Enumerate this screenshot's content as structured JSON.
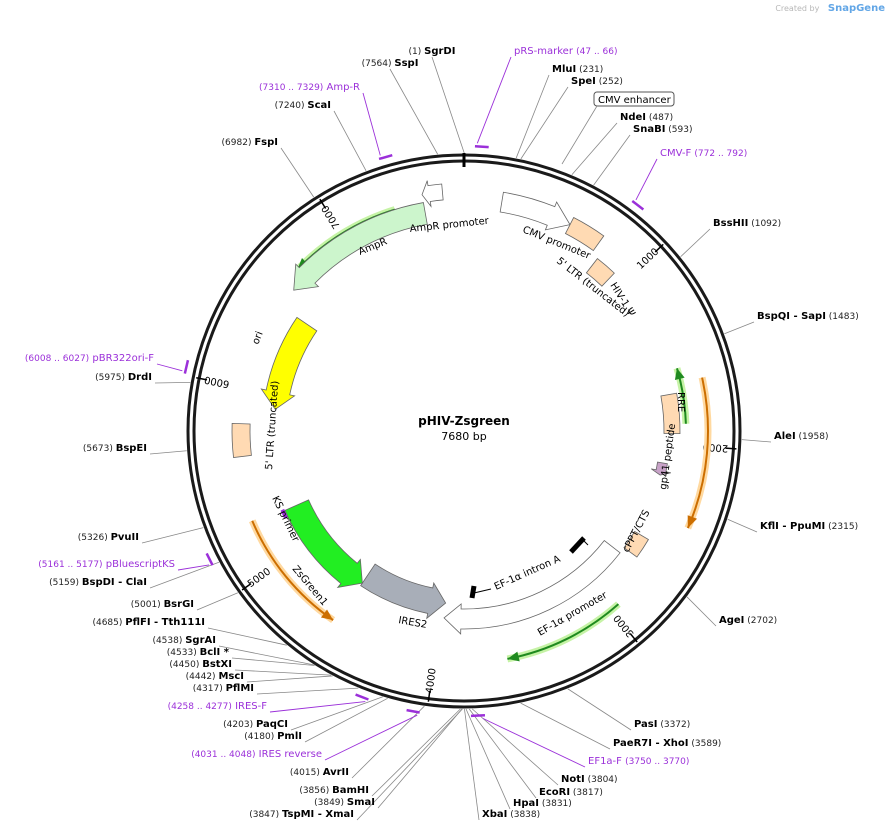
{
  "credit": {
    "created_by": "Created by",
    "brand": "SnapGene"
  },
  "plasmid": {
    "name": "pHIV-Zsgreen",
    "length_label": "7680 bp",
    "length": 7680
  },
  "ticks": [
    {
      "pos": 1000,
      "label": "1000"
    },
    {
      "pos": 2000,
      "label": "2000"
    },
    {
      "pos": 3000,
      "label": "3000"
    },
    {
      "pos": 4000,
      "label": "4000"
    },
    {
      "pos": 5000,
      "label": "5000"
    },
    {
      "pos": 6000,
      "label": "6000"
    },
    {
      "pos": 7000,
      "label": "7000"
    }
  ],
  "sites": [
    {
      "name": "SgrDI",
      "num": "(1)",
      "pos": 1
    },
    {
      "name": "SspI",
      "num": "(7564)",
      "pos": 7564
    },
    {
      "name": "MluI",
      "num": "(231)",
      "pos": 231
    },
    {
      "name": "SpeI",
      "num": "(252)",
      "pos": 252
    },
    {
      "name": "NdeI",
      "num": "(487)",
      "pos": 487
    },
    {
      "name": "SnaBI",
      "num": "(593)",
      "pos": 593
    },
    {
      "name": "BssHII",
      "num": "(1092)",
      "pos": 1092
    },
    {
      "name": "BspQI",
      "extra": "SapI",
      "num": "(1483)",
      "pos": 1483
    },
    {
      "name": "AleI",
      "num": "(1958)",
      "pos": 1958
    },
    {
      "name": "KflI",
      "extra": "PpuMI",
      "num": "(2315)",
      "pos": 2315
    },
    {
      "name": "AgeI",
      "num": "(2702)",
      "pos": 2702
    },
    {
      "name": "PasI",
      "num": "(3372)",
      "pos": 3372
    },
    {
      "name": "PaeR7I",
      "extra": "XhoI",
      "num": "(3589)",
      "pos": 3589
    },
    {
      "name": "NotI",
      "num": "(3804)",
      "pos": 3804
    },
    {
      "name": "EcoRI",
      "num": "(3817)",
      "pos": 3817
    },
    {
      "name": "HpaI",
      "num": "(3831)",
      "pos": 3831
    },
    {
      "name": "XbaI",
      "num": "(3838)",
      "pos": 3838
    },
    {
      "name": "TspMI",
      "extra": "XmaI",
      "num": "(3847)",
      "pos": 3847
    },
    {
      "name": "SmaI",
      "num": "(3849)",
      "pos": 3849
    },
    {
      "name": "BamHI",
      "num": "(3856)",
      "pos": 3856
    },
    {
      "name": "AvrII",
      "num": "(4015)",
      "pos": 4015
    },
    {
      "name": "PmlI",
      "num": "(4180)",
      "pos": 4180
    },
    {
      "name": "PaqCI",
      "num": "(4203)",
      "pos": 4203
    },
    {
      "name": "PflMI",
      "num": "(4317)",
      "pos": 4317
    },
    {
      "name": "MscI",
      "num": "(4442)",
      "pos": 4442
    },
    {
      "name": "BstXI",
      "num": "(4450)",
      "pos": 4450
    },
    {
      "name": "BclI *",
      "num": "(4533)",
      "pos": 4533
    },
    {
      "name": "SgrAI",
      "num": "(4538)",
      "pos": 4538
    },
    {
      "name": "PflFI",
      "extra": "Tth111I",
      "num": "(4685)",
      "pos": 4685
    },
    {
      "name": "BsrGI",
      "num": "(5001)",
      "pos": 5001
    },
    {
      "name": "BspDI",
      "extra": "ClaI",
      "num": "(5159)",
      "pos": 5159
    },
    {
      "name": "PvuII",
      "num": "(5326)",
      "pos": 5326
    },
    {
      "name": "BspEI",
      "num": "(5673)",
      "pos": 5673
    },
    {
      "name": "DrdI",
      "num": "(5975)",
      "pos": 5975
    },
    {
      "name": "FspI",
      "num": "(6982)",
      "pos": 6982
    },
    {
      "name": "ScaI",
      "num": "(7240)",
      "pos": 7240
    }
  ],
  "primers": [
    {
      "name": "pRS-marker",
      "range": "(47 .. 66)",
      "start": 47,
      "end": 66
    },
    {
      "name": "CMV-F",
      "range": "(772 .. 792)",
      "start": 772,
      "end": 792
    },
    {
      "name": "EF1a-F",
      "range": "(3750 .. 3770)",
      "start": 3750,
      "end": 3770
    },
    {
      "name": "IRES reverse",
      "range": "(4031 .. 4048)",
      "start": 4031,
      "end": 4048
    },
    {
      "name": "IRES-F",
      "range": "(4258 .. 4277)",
      "start": 4258,
      "end": 4277
    },
    {
      "name": "pBluescriptKS",
      "range": "(5161 .. 5177)",
      "start": 5161,
      "end": 5177
    },
    {
      "name": "pBR322ori-F",
      "range": "(6008 .. 6027)",
      "start": 6008,
      "end": 6027
    },
    {
      "name": "Amp-R",
      "range": "(7310 .. 7329)",
      "start": 7310,
      "end": 7329
    }
  ],
  "features": [
    {
      "name": "AmpR promoter",
      "start": 7465,
      "end": 7570,
      "color": "#ffffff",
      "strand": -1
    },
    {
      "name": "AmpR",
      "start": 6605,
      "end": 7465,
      "color": "#ccf5cc",
      "strand": -1
    },
    {
      "name": "ori",
      "start": 5900,
      "end": 6490,
      "color": "#ffff00",
      "strand": -1
    },
    {
      "name": "5' LTR (truncated)",
      "start": 5620,
      "end": 5800,
      "color": "#ffdab3",
      "strand": 0
    },
    {
      "name": "CMV promoter",
      "start": 200,
      "end": 580,
      "color": "#ffffff",
      "strand": 1
    },
    {
      "name": "5' LTR (truncated)",
      "start": 580,
      "end": 760,
      "color": "#ffdab3",
      "strand": 0
    },
    {
      "name": "HIV-1 Ψ",
      "start": 805,
      "end": 930,
      "color": "#ffdab3",
      "strand": 0
    },
    {
      "name": "RRE",
      "start": 1705,
      "end": 1935,
      "color": "#ffdab3",
      "strand": 0
    },
    {
      "name": "gp41 peptide",
      "start": 2115,
      "end": 2190,
      "color": "#c8a2c8",
      "strand": 1
    },
    {
      "name": "cPPT/CTS",
      "start": 2570,
      "end": 2690,
      "color": "#ffdab3",
      "strand": 0
    },
    {
      "name": "EF-1α promoter",
      "start": 2730,
      "end": 3970,
      "color": "#ffffff",
      "strand": 1
    },
    {
      "name": "IRES2",
      "start": 3970,
      "end": 4560,
      "color": "#a8aeb8",
      "strand": -1
    },
    {
      "name": "ZsGreen1",
      "start": 4560,
      "end": 5250,
      "color": "#22ee22",
      "strand": -1
    }
  ],
  "labels": {
    "amp_promoter": "AmpR promoter",
    "ampr": "AmpR",
    "ori": "ori",
    "ltr_left": "5' LTR (truncated)",
    "cmv_promoter": "CMV promoter",
    "ltr_right": "5' LTR (truncated)",
    "hiv": "HIV-1 Ψ",
    "rre": "RRE",
    "gp41": "gp41 peptide",
    "cppt": "cPPT/CTS",
    "ef1a_promoter": "EF-1α promoter",
    "ef1a_intron": "EF-1α intron A",
    "ires2": "IRES2",
    "zsgreen": "ZsGreen1",
    "ks_primer": "KS primer",
    "cmv_enhancer": "CMV enhancer"
  },
  "colors": {
    "backbone": "#1a1a1a",
    "primer": "#9b30d9",
    "orf_green": "#1f8a1f",
    "orf_orange": "#cc6e00"
  }
}
